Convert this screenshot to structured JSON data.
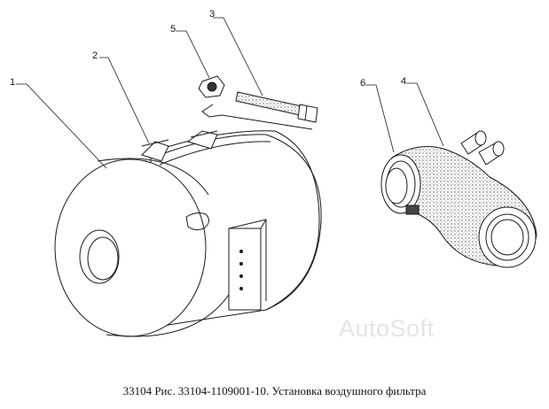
{
  "callouts": {
    "c1": "1",
    "c2": "2",
    "c3": "3",
    "c4": "4",
    "c5": "5",
    "c6": "6"
  },
  "caption": "33104 Рис. 33104-1109001-10. Установка воздушного фильтра",
  "watermark": "AutoSoft",
  "parts": {
    "p1": "air-filter-housing",
    "p2": "clamp",
    "p3": "bolt",
    "p4": "elbow-hose",
    "p5": "nut",
    "p6": "hose-clamp"
  },
  "colors": {
    "line": "#1a1a1a",
    "shade": "#8c8c8c",
    "watermark": "#e4e4e4"
  }
}
